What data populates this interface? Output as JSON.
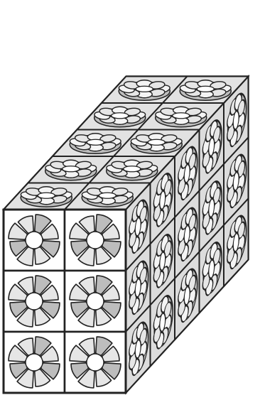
{
  "figure": {
    "grid": {
      "columns": 2,
      "rows": 3,
      "depth": 5
    },
    "colors": {
      "outline": "#222222",
      "front_fill": "#ffffff",
      "top_face_fill": "#d9d9d9",
      "side_face_fill": "#d2d2d2",
      "petal_fill": "#e6e6e6",
      "petal_shade": "#bdbdbd"
    },
    "icons": {
      "cell": "ring-of-petals-icon"
    }
  }
}
